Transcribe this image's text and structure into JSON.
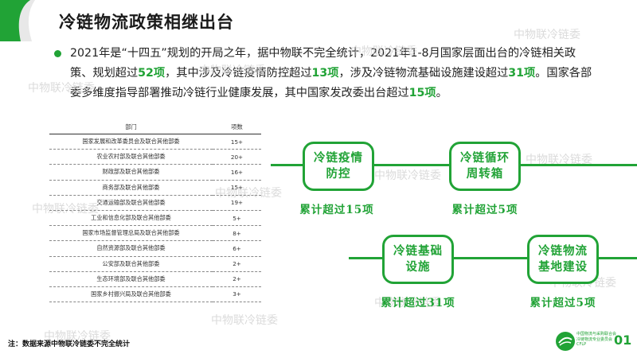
{
  "title": "冷链物流政策相继出台",
  "intro": {
    "parts": [
      {
        "t": "2021年是“十四五”规划的开局之年，据中物联不完全统计，2021年1-8月国家层面出台的冷链相关政策、规划超过",
        "hl": false
      },
      {
        "t": "52项",
        "hl": true
      },
      {
        "t": "，其中涉及冷链疫情防控超过",
        "hl": false
      },
      {
        "t": "13项",
        "hl": true
      },
      {
        "t": "，涉及冷链物流基础设施建设超过",
        "hl": false
      },
      {
        "t": "31项",
        "hl": true
      },
      {
        "t": "。国家各部委多维度指导部署推动冷链行业健康发展，其中国家发改委出台超过",
        "hl": false
      },
      {
        "t": "15项",
        "hl": true
      },
      {
        "t": "。",
        "hl": false
      }
    ]
  },
  "table": {
    "headers": [
      "部门",
      "项数"
    ],
    "rows": [
      [
        "国家发展和改革委员会及联合其他部委",
        "15+"
      ],
      [
        "农业农村部及联合其他部委",
        "20+"
      ],
      [
        "财政部及联合其他部委",
        "16+"
      ],
      [
        "商务部及联合其他部委",
        "15+"
      ],
      [
        "交通运输部及联合其他部委",
        "19+"
      ],
      [
        "工业和信息化部及联合其他部委",
        "5+"
      ],
      [
        "国家市场监督管理总局及联合其他部委",
        "8+"
      ],
      [
        "自然资源部及联合其他部委",
        "6+"
      ],
      [
        "公安部及联合其他部委",
        "2+"
      ],
      [
        "生态环境部及联合其他部委",
        "2+"
      ],
      [
        "国家乡村振兴局及联合其他部委",
        "3+"
      ]
    ]
  },
  "nodes": [
    {
      "label": "冷链疫情防控",
      "caption": "累计超过15项"
    },
    {
      "label": "冷链循环周转箱",
      "caption": "累计超过5项"
    },
    {
      "label": "冷链基础设施",
      "caption": "累计超过31项"
    },
    {
      "label": "冷链物流基地建设",
      "caption": "累计超过5项"
    }
  ],
  "watermark": "中物联冷链委",
  "footer": {
    "note": "注：数据来源中物联冷链委不完全统计",
    "org_line1": "中国物流与采购联合会",
    "org_line2": "冷链物流专业委员会",
    "org_abbr": "CFLP",
    "page": "01"
  },
  "colors": {
    "accent": "#21a336"
  }
}
